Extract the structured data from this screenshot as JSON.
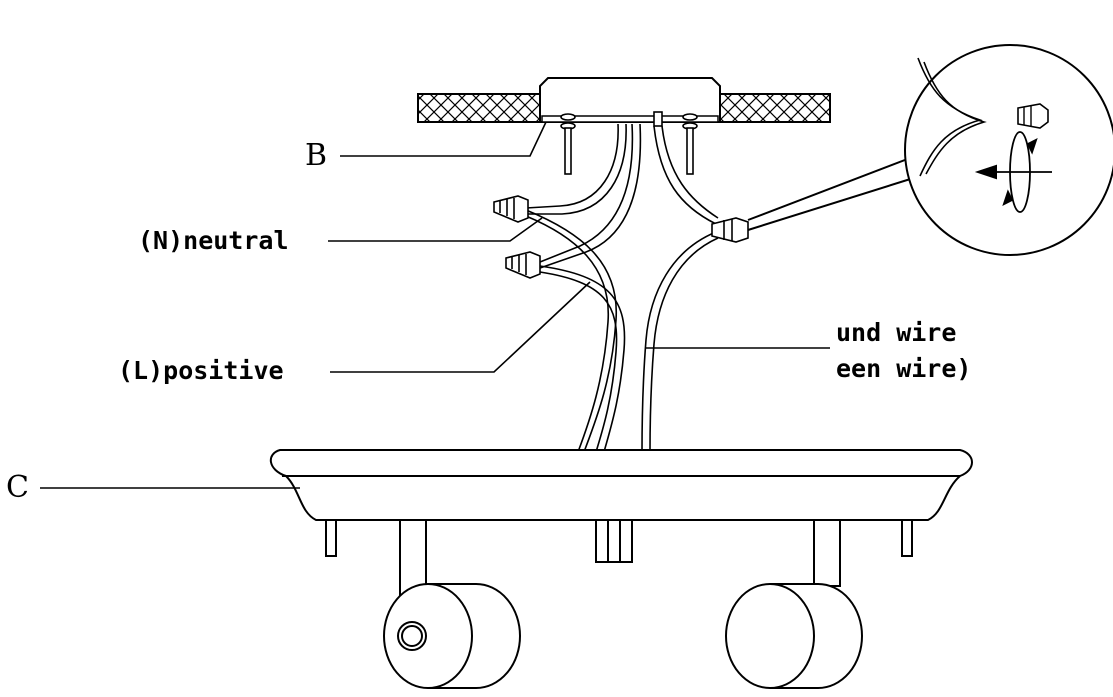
{
  "labels": {
    "b": "B",
    "c": "C",
    "neutral": "(N)neutral",
    "positive": "(L)positive",
    "ground_line1": "und wire",
    "ground_line2": "een wire)"
  },
  "colors": {
    "stroke": "#000000",
    "hatch": "#000000",
    "background": "#ffffff"
  }
}
